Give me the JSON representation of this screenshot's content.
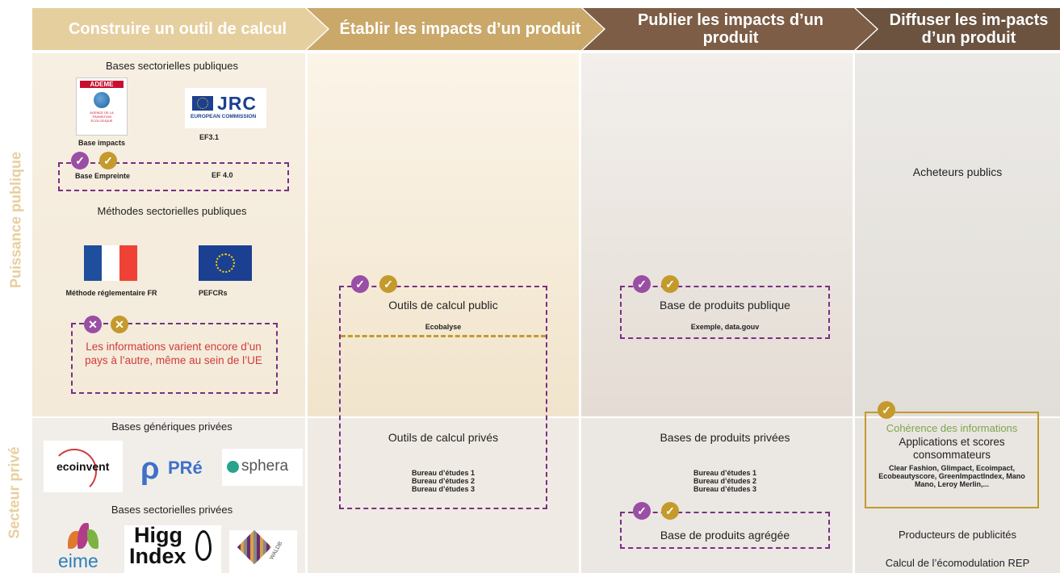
{
  "headers": {
    "col1": "Construire un outil de calcul",
    "col2": "Établir les impacts d’un produit",
    "col3": "Publier les impacts d’un produit",
    "col4": "Diffuser les im-pacts d’un produit"
  },
  "side_labels": {
    "public": "Puissance publique",
    "private": "Secteur privé"
  },
  "col1_public": {
    "bases_title": "Bases sectorielles publiques",
    "ademe_logo_text": "ADEME",
    "ademe_sub": "AGENCE DE LA TRANSITION ÉCOLOGIQUE",
    "ademe_caption": "Base impacts",
    "jrc_logo_text": "JRC",
    "jrc_sub": "EUROPEAN COMMISSION",
    "jrc_caption": "EF3.1",
    "box_left": "Base Empreinte",
    "box_right": "EF 4.0",
    "methodes_title": "Méthodes sectorielles publiques",
    "fr_caption": "Méthode réglementaire FR",
    "eu_caption": "PEFCRs",
    "warning_text": "Les informations varient encore d’un pays à l’autre, même au sein de l’UE"
  },
  "col1_private": {
    "generic_title": "Bases génériques privées",
    "ecoinvent": "ecoinvent",
    "pre": "PRé",
    "sphera": "sphera",
    "sectoral_title": "Bases sectorielles privées",
    "eime": "eime",
    "higg_line1": "Higg",
    "higg_line2": "Index",
    "waldb": "WALDB"
  },
  "col2": {
    "public_title": "Outils de calcul public",
    "public_sub": "Ecobalyse",
    "private_title": "Outils de calcul privés",
    "private_items": [
      "Bureau d’études 1",
      "Bureau d’études 2",
      "Bureau d’études 3"
    ]
  },
  "col3": {
    "public_title": "Base de produits publique",
    "public_sub": "Exemple, data.gouv",
    "private_title": "Bases de produits privées",
    "private_items": [
      "Bureau d’études 1",
      "Bureau d’études 2",
      "Bureau d’études 3"
    ],
    "aggregated_title": "Base de produits agrégée"
  },
  "col4": {
    "public_text": "Acheteurs publics",
    "coherence": "Cohérence des informations",
    "apps_title": "Applications et scores consommateurs",
    "apps_list": "Clear Fashion, Glimpact, Ecoimpact, Ecobeautyscore, GreenImpactIndex, Mano Mano, Leroy Merlin,...",
    "ads": "Producteurs de publicités",
    "rep": "Calcul de l’écomodulation REP"
  },
  "badges": {
    "check": "✓",
    "cross": "✕"
  },
  "colors": {
    "header1": "#e6cf9f",
    "header2": "#c9a86a",
    "header3": "#7d5d46",
    "header4": "#6b5340",
    "purple": "#9a4ea4",
    "gold": "#c49a2c",
    "warning_red": "#d23b3b",
    "coherence_green": "#7ea44a"
  }
}
